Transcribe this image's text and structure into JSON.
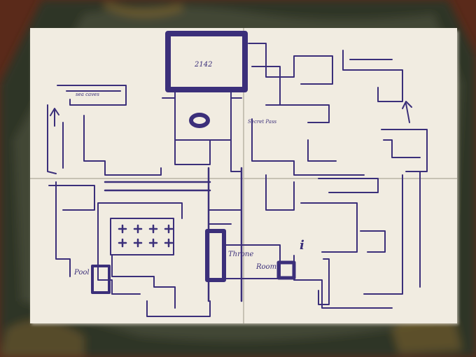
{
  "photo": {
    "subject": "hand-drawn dungeon map in purple ink on four sheets of paper lying on a rug",
    "colors": {
      "floor": "#5a2a1a",
      "rug_dark": "#2f3428",
      "rug_mid": "#4a4f3a",
      "rug_gold": "#8a6a2a",
      "paper": "#f1ece1",
      "paper_shadow": "#d9d3c6",
      "ink": "#3b2f7a"
    },
    "handwriting": {
      "top_label": "2142",
      "left_label": "sea caves",
      "pass_label": "Secret Pass",
      "throne_word_1": "Throne",
      "throne_word_2": "Room",
      "pool_label": "Pool",
      "marker": "i"
    }
  }
}
